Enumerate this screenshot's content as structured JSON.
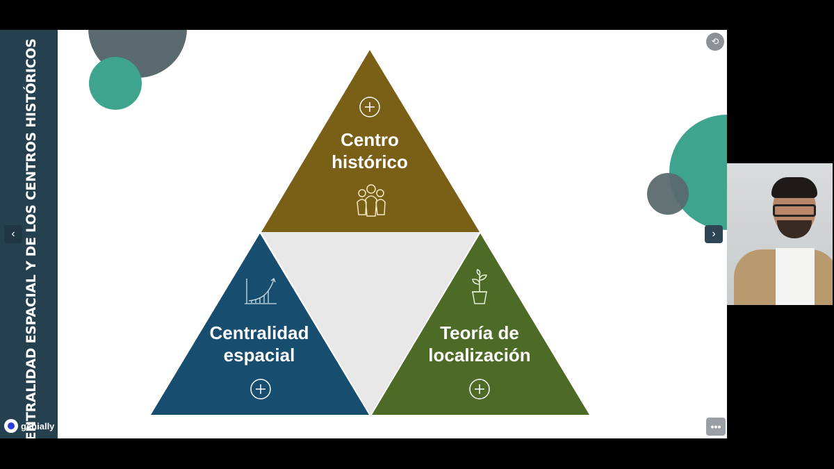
{
  "presentation": {
    "vertical_title": "LA CENTRALIDAD ESPACIAL Y DE LOS CENTROS HISTÓRICOS",
    "brand": "genially"
  },
  "nav": {
    "prev_icon": "‹",
    "next_icon": "›",
    "more_icon": "•••",
    "top_icon": "⟲"
  },
  "triangles": {
    "top": {
      "line1": "Centro",
      "line2": "histórico",
      "icon": "people-icon",
      "color": "#7a5f17"
    },
    "left": {
      "line1": "Centralidad",
      "line2": "espacial",
      "icon": "growth-chart-icon",
      "color": "#174d6e"
    },
    "right": {
      "line1": "Teoría de",
      "line2": "localización",
      "icon": "plant-icon",
      "color": "#4d6b26"
    },
    "center_color": "#e8e8e8"
  },
  "decor_colors": {
    "teal": "#3fa48e",
    "slate": "#5a6a6e"
  }
}
